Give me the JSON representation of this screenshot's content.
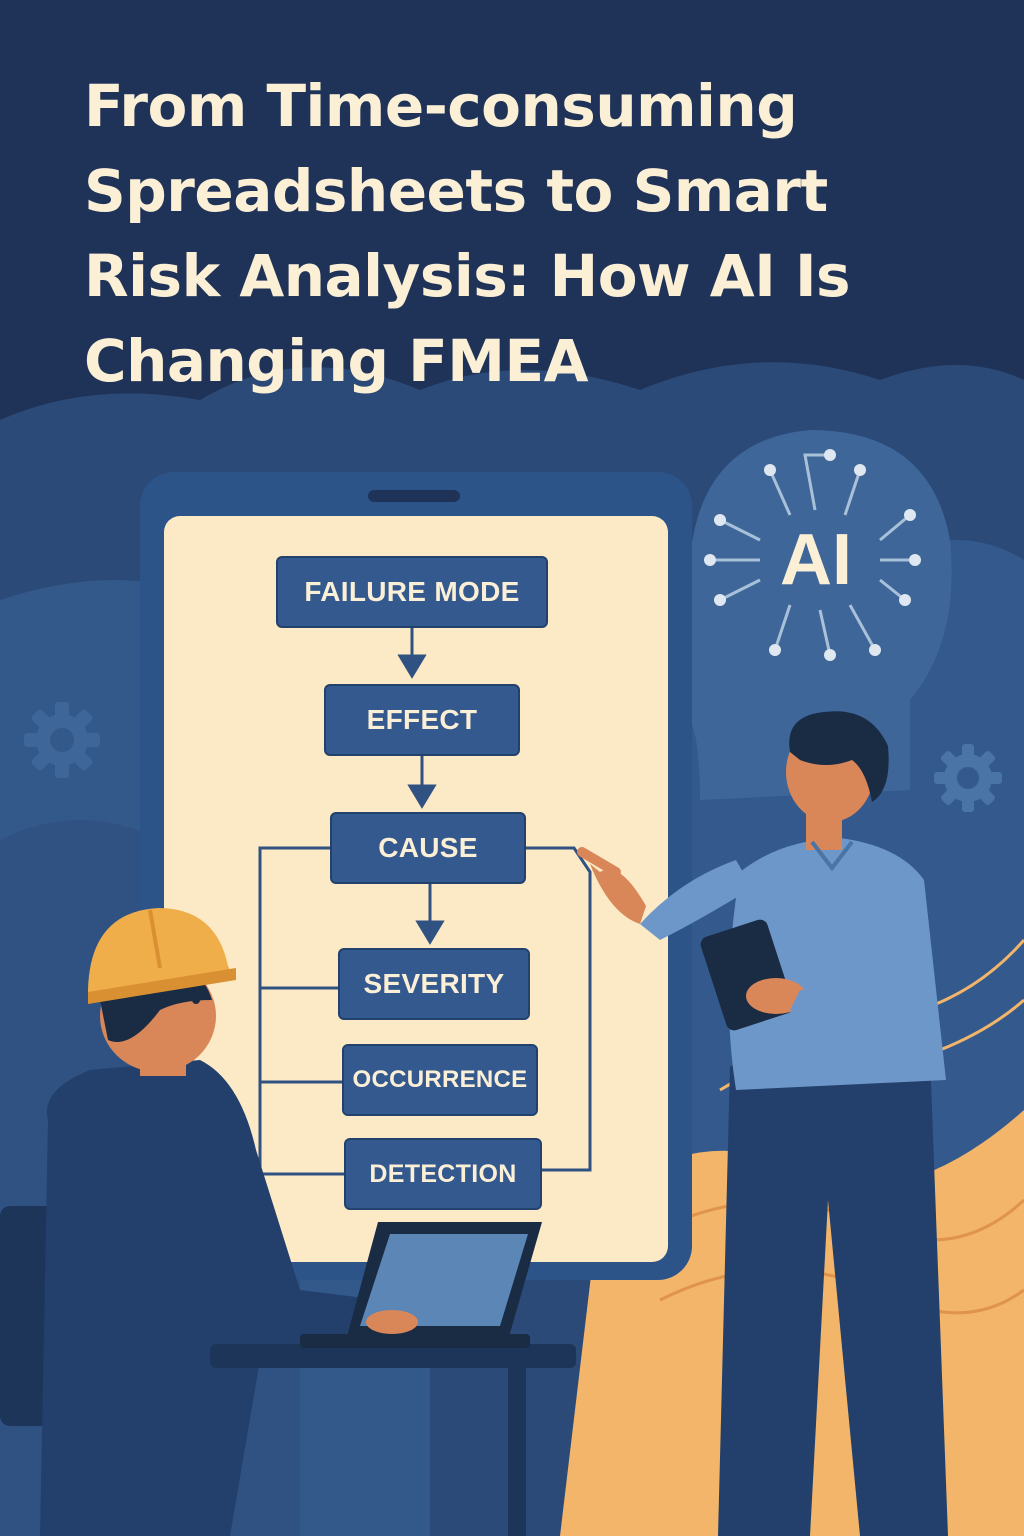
{
  "title": {
    "line1": "From Time-consuming",
    "line2": "Spreadsheets to Smart",
    "line3": "Risk Analysis: How AI Is",
    "line4": "Changing FMEA"
  },
  "flowchart": {
    "failure_mode": "FAILURE MODE",
    "effect": "EFFECT",
    "cause": "CAUSE",
    "severity": "SEVERITY",
    "occurrence": "OCCURRENCE",
    "detection": "DETECTION"
  },
  "ai_head": {
    "label": "AI"
  },
  "icons": [
    "gear-icon",
    "ai-head-icon",
    "circuit-icon",
    "hard-hat-icon",
    "laptop-icon",
    "tablet-icon"
  ],
  "colors": {
    "background": "#1f3358",
    "title_text": "#fbefd6",
    "screen": "#fce9c6",
    "box_fill": "#33598f",
    "sand": "#f2b56a",
    "hard_hat": "#f0ae4a"
  }
}
